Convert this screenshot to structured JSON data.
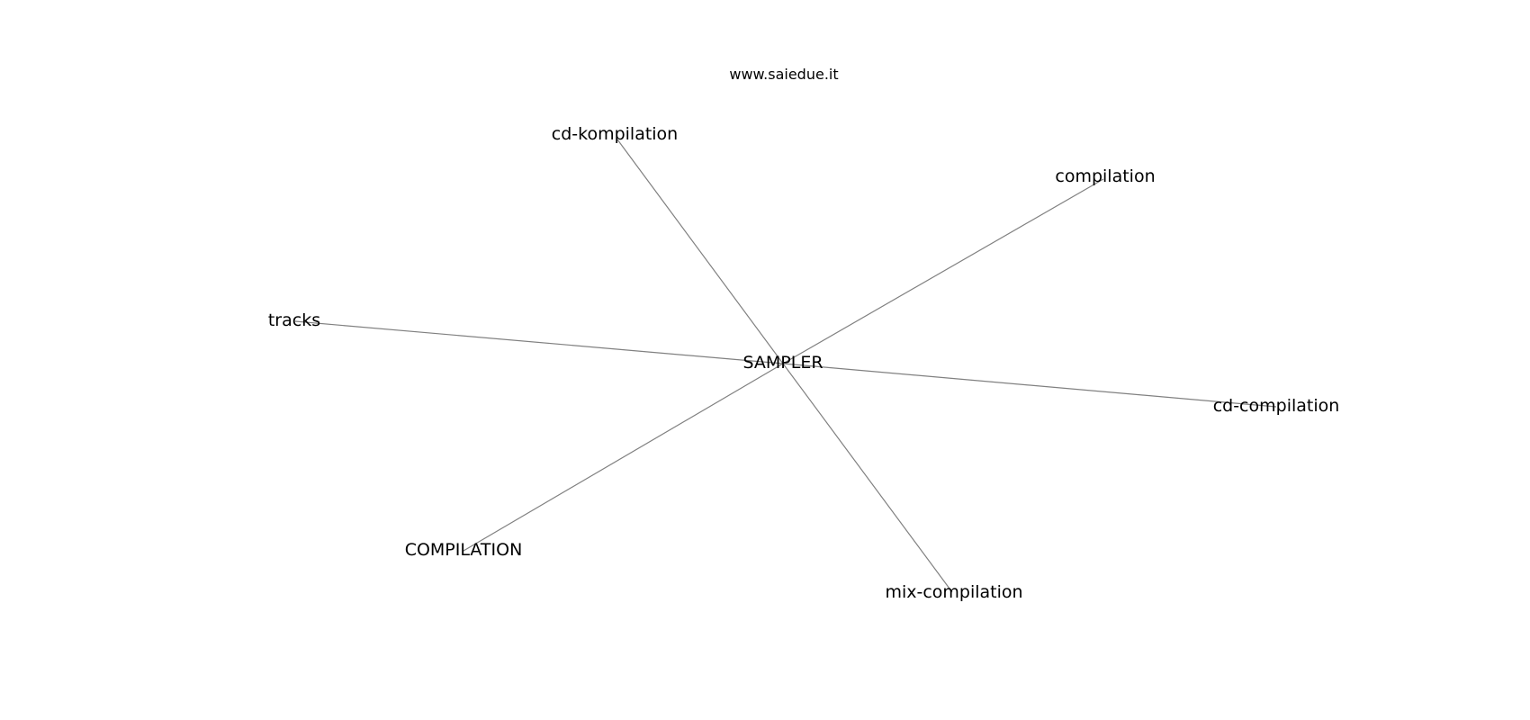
{
  "title": "www.saiedue.it",
  "center": "SAMPLER",
  "nodes": [
    "cd-kompilation",
    "compilation",
    "tracks",
    "cd-compilation",
    "COMPILATION",
    "mix-compilation"
  ],
  "edges": [
    [
      "SAMPLER",
      "cd-kompilation"
    ],
    [
      "SAMPLER",
      "compilation"
    ],
    [
      "SAMPLER",
      "tracks"
    ],
    [
      "SAMPLER",
      "cd-compilation"
    ],
    [
      "SAMPLER",
      "COMPILATION"
    ],
    [
      "SAMPLER",
      "mix-compilation"
    ]
  ],
  "edge_color": "#808080"
}
